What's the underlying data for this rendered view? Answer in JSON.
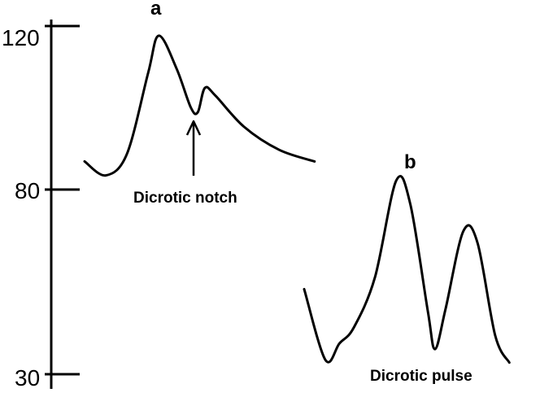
{
  "chart_data": {
    "type": "line",
    "title": "",
    "xlabel": "",
    "ylabel": "",
    "ylim": [
      30,
      120
    ],
    "y_ticks": [
      "120",
      "80",
      "30"
    ],
    "panels": [
      {
        "label": "a",
        "annotation": "Dicrotic notch",
        "points": [
          [
            0,
            85
          ],
          [
            0.06,
            81.4
          ],
          [
            0.12,
            87
          ],
          [
            0.18,
            108
          ],
          [
            0.21,
            117.5
          ],
          [
            0.26,
            109
          ],
          [
            0.3,
            99
          ],
          [
            0.32,
            97.7
          ],
          [
            0.34,
            104
          ],
          [
            0.37,
            102
          ],
          [
            0.45,
            94
          ],
          [
            0.55,
            88
          ],
          [
            0.65,
            85
          ]
        ]
      },
      {
        "label": "b",
        "annotation": "Dicrotic pulse",
        "points": [
          [
            0,
            52
          ],
          [
            0.06,
            33.7
          ],
          [
            0.1,
            38
          ],
          [
            0.14,
            42
          ],
          [
            0.2,
            55
          ],
          [
            0.26,
            80
          ],
          [
            0.3,
            74
          ],
          [
            0.35,
            46
          ],
          [
            0.37,
            36.5
          ],
          [
            0.4,
            47
          ],
          [
            0.45,
            67
          ],
          [
            0.49,
            64
          ],
          [
            0.54,
            40
          ],
          [
            0.58,
            33
          ]
        ]
      }
    ]
  }
}
